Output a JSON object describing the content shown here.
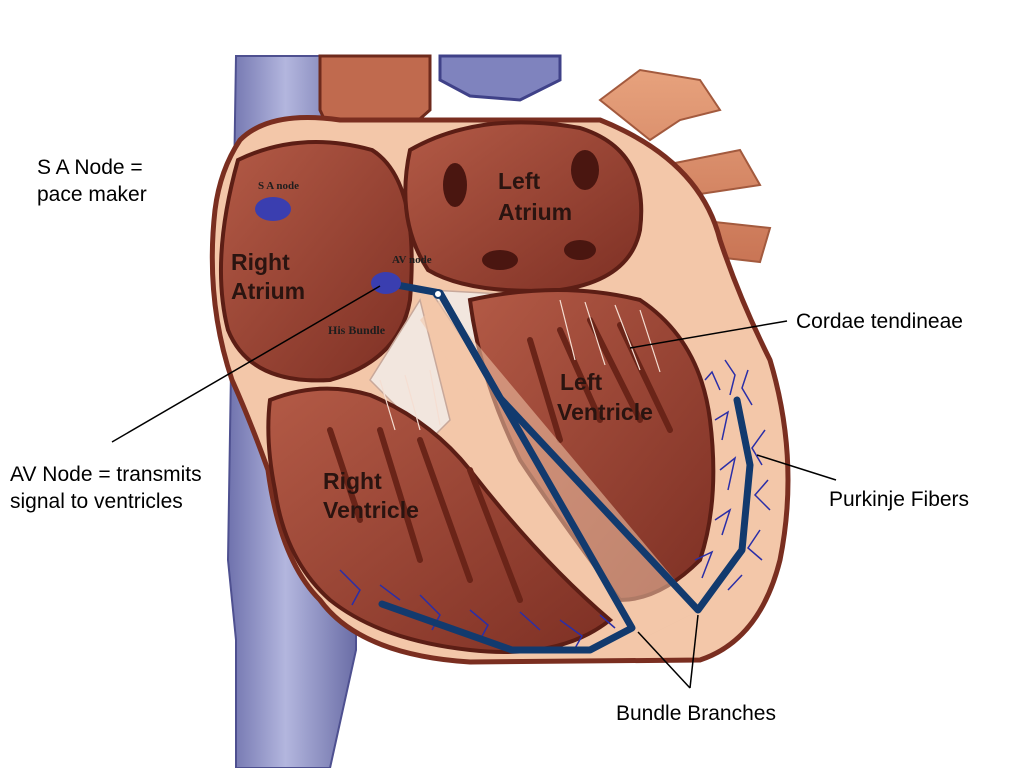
{
  "diagram": {
    "chambers": {
      "right_atrium": [
        "Right",
        "Atrium"
      ],
      "left_atrium": [
        "Left",
        "Atrium"
      ],
      "right_ventricle": [
        "Right",
        "Ventricle"
      ],
      "left_ventricle": [
        "Left",
        "Ventricle"
      ]
    },
    "node_labels": {
      "sa_node": "S A node",
      "av_node": "AV node",
      "his_bundle": "His Bundle"
    },
    "callouts": {
      "sa_node": [
        "S A Node =",
        "pace maker"
      ],
      "av_node": [
        "AV Node = transmits",
        "signal to ventricles"
      ],
      "cordae": "Cordae tendineae",
      "purkinje": "Purkinje Fibers",
      "bundle_branches": "Bundle Branches"
    },
    "colors": {
      "pathway": "#123a6e",
      "node": "#3a3eb0",
      "vessel": "#8c8fc4",
      "muscle": "#a04a3a",
      "tissue": "#f3c7a9"
    }
  }
}
